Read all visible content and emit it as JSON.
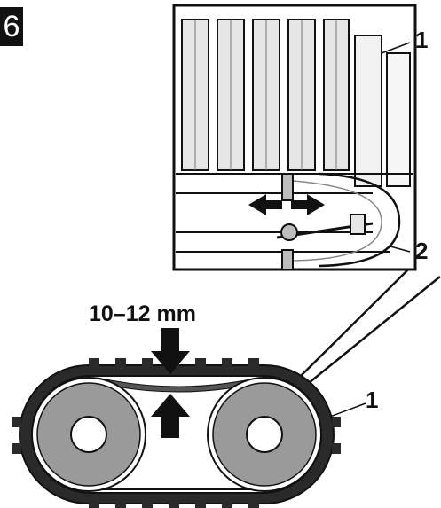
{
  "figure_number": "6",
  "labels": {
    "part_1_top": "1",
    "part_2": "2",
    "part_1_bottom": "1",
    "measurement": "10–12 mm"
  },
  "colors": {
    "ink": "#111111",
    "paper": "#ffffff",
    "pulley_fill": "#9a9a9a",
    "belt_fill": "#555555",
    "detail_gray": "#bdbdbd"
  },
  "icons": [
    "arrow-down-icon",
    "arrow-up-icon",
    "double-arrow-icon"
  ]
}
